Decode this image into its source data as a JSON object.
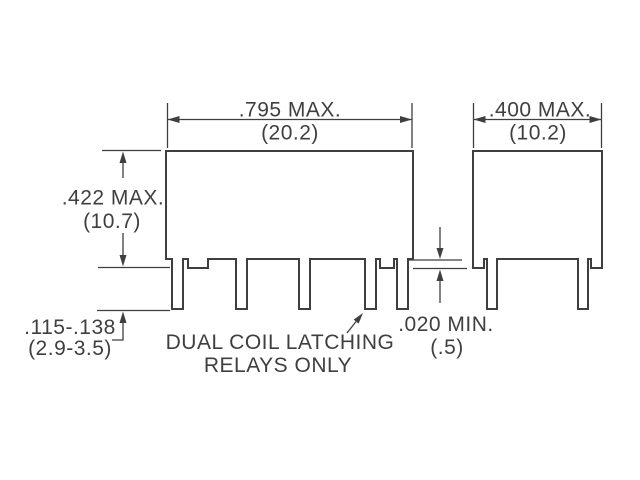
{
  "drawing": {
    "note": {
      "line1": "DUAL COIL LATCHING",
      "line2": "RELAYS ONLY"
    },
    "dimensions": {
      "front_width": {
        "inches": ".795 MAX.",
        "mm": "(20.2)"
      },
      "side_width": {
        "inches": ".400 MAX.",
        "mm": "(10.2)"
      },
      "body_height": {
        "inches": ".422 MAX.",
        "mm": "(10.7)"
      },
      "pin_length": {
        "inches": ".115-.138",
        "mm": "(2.9-3.5)"
      },
      "standoff_height": {
        "inches": ".020 MIN.",
        "mm": "(.5)"
      }
    },
    "colors": {
      "line": "#3f3f3f",
      "background": "#ffffff"
    }
  }
}
